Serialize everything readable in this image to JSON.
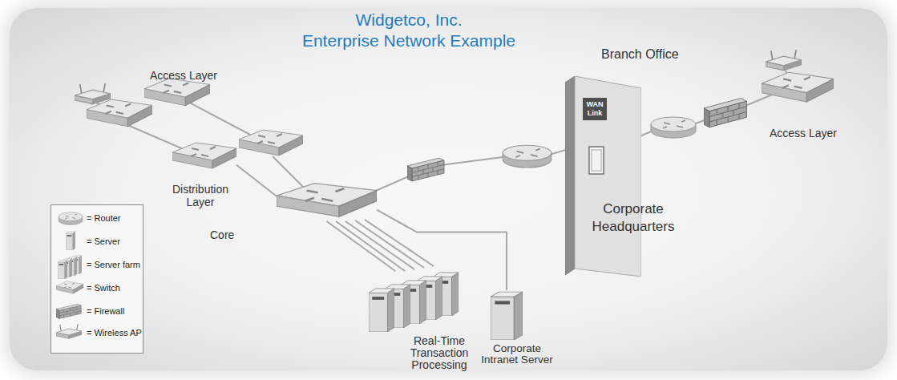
{
  "diagram": {
    "title": "Widgetco, Inc. Enterprise Network Example",
    "nodes": [
      {
        "text": [
          "Distribution Layer"
        ]
      },
      {
        "text": [
          "Core"
        ]
      },
      {
        "text": [
          "Real-Time Transaction Processing"
        ]
      },
      {
        "text": [
          "Corporate Intranet Server"
        ]
      },
      {
        "text": [
          "WAN Link"
        ]
      },
      {
        "text": [
          "Access Layer"
        ]
      }
    ],
    "edges": [
      {
        "from": 0,
        "to": 1,
        "arrow": "none"
      },
      {
        "from": 1,
        "to": 2,
        "arrow": "none"
      },
      {
        "from": 1,
        "to": 3,
        "arrow": "none"
      }
    ],
    "labels": [
      "Access Layer",
      "Branch Office",
      "Corporate Headquarters"
    ],
    "legend": [
      {
        "text": "= Router"
      },
      {
        "text": "= Server"
      },
      {
        "text": "= Server farm"
      },
      {
        "text": "= Switch"
      },
      {
        "text": "= Firewall"
      },
      {
        "text": "= Wireless AP"
      }
    ]
  }
}
